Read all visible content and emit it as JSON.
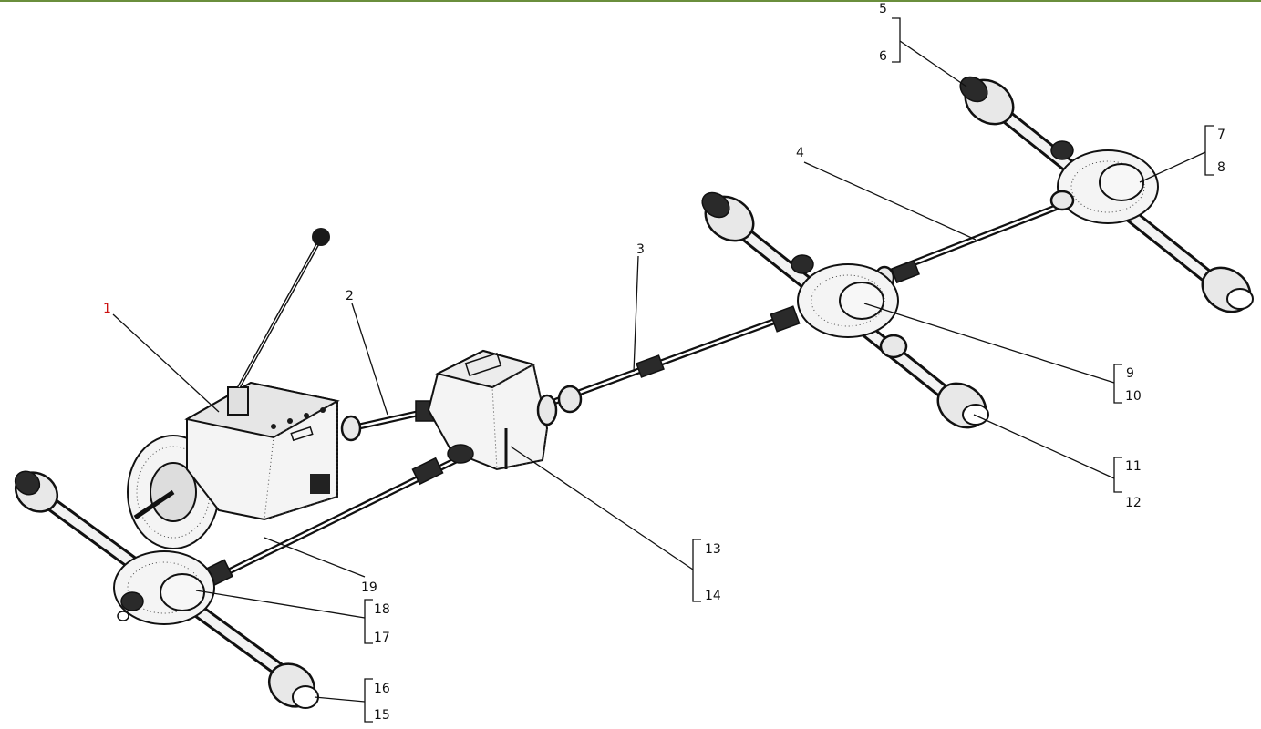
{
  "diagram": {
    "callouts": [
      {
        "id": "1",
        "label": "1",
        "active": true
      },
      {
        "id": "2",
        "label": "2"
      },
      {
        "id": "3",
        "label": "3"
      },
      {
        "id": "4",
        "label": "4"
      },
      {
        "id": "5",
        "label": "5"
      },
      {
        "id": "6",
        "label": "6"
      },
      {
        "id": "7",
        "label": "7"
      },
      {
        "id": "8",
        "label": "8"
      },
      {
        "id": "9",
        "label": "9"
      },
      {
        "id": "10",
        "label": "10"
      },
      {
        "id": "11",
        "label": "11"
      },
      {
        "id": "12",
        "label": "12"
      },
      {
        "id": "13",
        "label": "13"
      },
      {
        "id": "14",
        "label": "14"
      },
      {
        "id": "15",
        "label": "15"
      },
      {
        "id": "16",
        "label": "16"
      },
      {
        "id": "17",
        "label": "17"
      },
      {
        "id": "18",
        "label": "18"
      },
      {
        "id": "19",
        "label": "19"
      }
    ],
    "colors": {
      "active_callout": "#cc1111",
      "callout": "#111111",
      "top_rule": "#6a8e3c"
    }
  }
}
